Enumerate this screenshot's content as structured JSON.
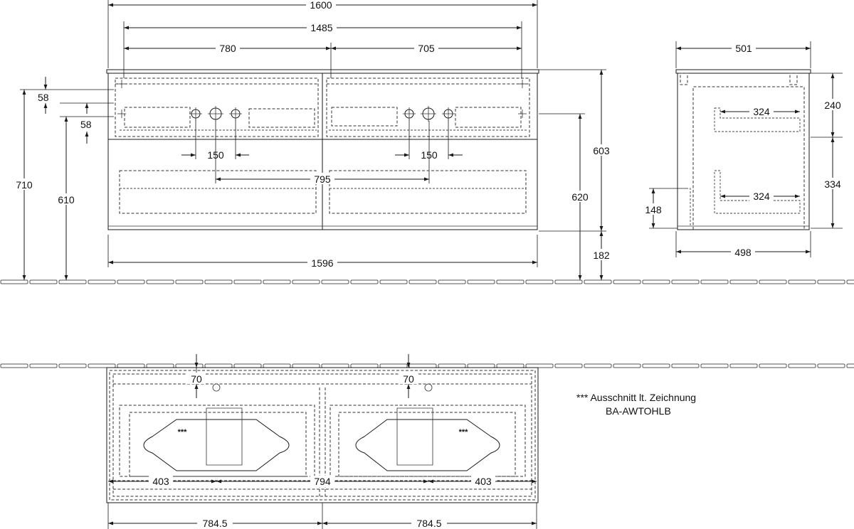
{
  "front_view": {
    "dim_total_width": "1600",
    "dim_inner_width": "1485",
    "dim_left_section": "780",
    "dim_right_section": "705",
    "dim_top_offset_1": "58",
    "dim_top_offset_2": "58",
    "dim_total_height": "710",
    "dim_body_height": "610",
    "dim_left_tap_spacing": "150",
    "dim_right_tap_spacing": "150",
    "dim_basin_spacing": "795",
    "dim_right_height": "603",
    "dim_tap_height": "620",
    "dim_floor_gap": "182",
    "dim_bottom_width": "1596"
  },
  "side_view": {
    "dim_top_depth": "501",
    "dim_upper_drawer": "240",
    "dim_lower_drawer": "334",
    "dim_upper_inner_depth": "324",
    "dim_lower_inner_depth": "324",
    "dim_siphon_height": "148",
    "dim_bottom_depth": "498"
  },
  "plan_view": {
    "dim_left_siphon_offset": "70",
    "dim_right_siphon_offset": "70",
    "dim_left_center": "403",
    "dim_center_spacing": "794",
    "dim_right_center": "403",
    "dim_left_half": "784.5",
    "dim_right_half": "784.5",
    "cutout_marker_left": "***",
    "cutout_marker_right": "***"
  },
  "notes": {
    "cutout_note_line1": "*** Ausschnitt lt. Zeichnung",
    "cutout_note_line2": "BA-AWTOHLB"
  }
}
